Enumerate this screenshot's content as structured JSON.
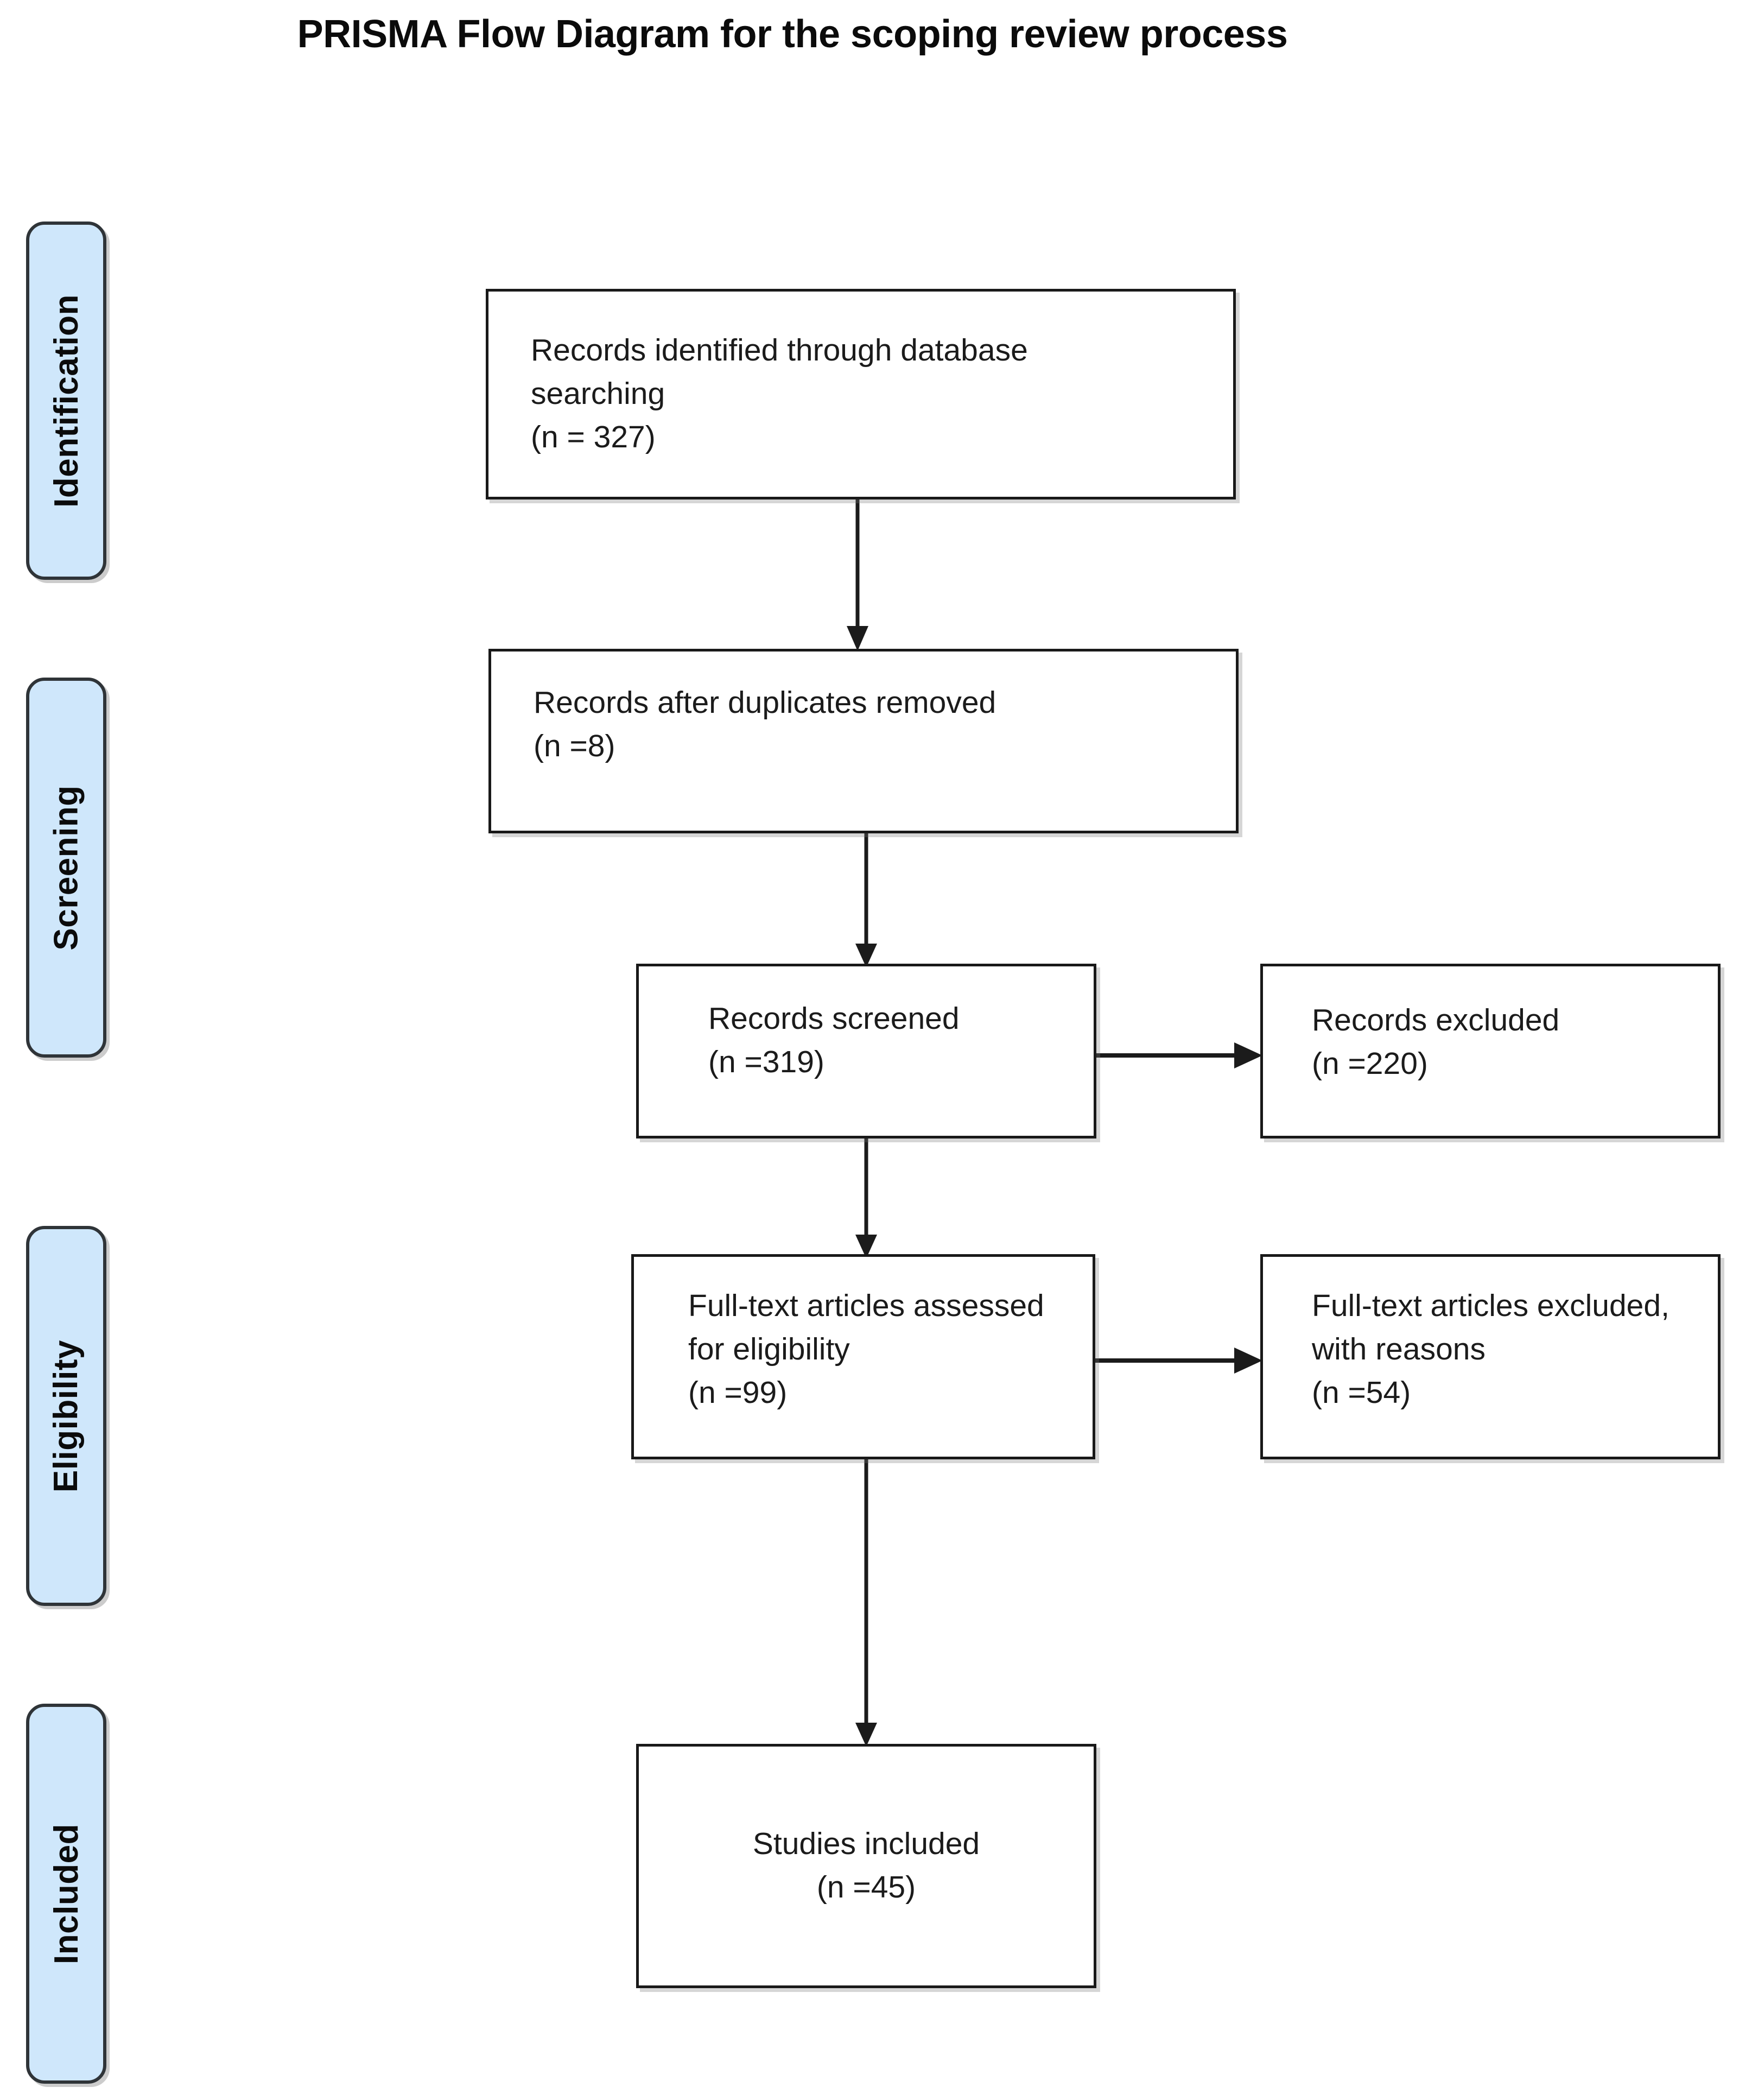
{
  "title": "PRISMA Flow Diagram for the scoping review process",
  "colors": {
    "stage_fill": "#cfe7fb",
    "stage_border": "#2f3438",
    "box_border": "#191919",
    "text": "#1b1b1b",
    "background": "#ffffff"
  },
  "stages": [
    {
      "id": "identification",
      "label": "Identification"
    },
    {
      "id": "screening",
      "label": "Screening"
    },
    {
      "id": "eligibility",
      "label": "Eligibility"
    },
    {
      "id": "included",
      "label": "Included"
    }
  ],
  "boxes": {
    "identified": {
      "text": "Records identified through database\nsearching\n(n = 327)",
      "count_label": "(n = 327)",
      "n": 327
    },
    "duplicates": {
      "text": "Records after duplicates removed\n(n =8)",
      "count_label": "(n =8)",
      "n": 8
    },
    "screened": {
      "text": "Records screened\n(n =319)",
      "count_label": "(n =319)",
      "n": 319
    },
    "records_excluded": {
      "text": "Records excluded\n(n =220)",
      "count_label": "(n =220)",
      "n": 220
    },
    "fulltext_assessed": {
      "text": "Full-text articles assessed\nfor eligibility\n(n =99)",
      "count_label": "(n =99)",
      "n": 99
    },
    "fulltext_excluded": {
      "text": "Full-text articles excluded,\nwith reasons\n(n =54)",
      "count_label": "(n =54)",
      "n": 54
    },
    "studies_included": {
      "text": "Studies included\n(n =45)",
      "count_label": "(n =45)",
      "n": 45
    }
  },
  "chart_data": {
    "type": "diagram",
    "title": "PRISMA Flow Diagram for the scoping review process",
    "nodes": [
      {
        "id": "identified",
        "stage": "Identification",
        "label": "Records identified through database searching",
        "n": 327
      },
      {
        "id": "duplicates",
        "stage": "Screening",
        "label": "Records after duplicates removed",
        "n": 8
      },
      {
        "id": "screened",
        "stage": "Screening",
        "label": "Records screened",
        "n": 319
      },
      {
        "id": "records_excluded",
        "stage": "Screening",
        "label": "Records excluded",
        "n": 220
      },
      {
        "id": "fulltext_assessed",
        "stage": "Eligibility",
        "label": "Full-text articles assessed for eligibility",
        "n": 99
      },
      {
        "id": "fulltext_excluded",
        "stage": "Eligibility",
        "label": "Full-text articles excluded, with reasons",
        "n": 54
      },
      {
        "id": "studies_included",
        "stage": "Included",
        "label": "Studies included",
        "n": 45
      }
    ],
    "edges": [
      {
        "from": "identified",
        "to": "duplicates",
        "direction": "down"
      },
      {
        "from": "duplicates",
        "to": "screened",
        "direction": "down"
      },
      {
        "from": "screened",
        "to": "records_excluded",
        "direction": "right"
      },
      {
        "from": "screened",
        "to": "fulltext_assessed",
        "direction": "down"
      },
      {
        "from": "fulltext_assessed",
        "to": "fulltext_excluded",
        "direction": "right"
      },
      {
        "from": "fulltext_assessed",
        "to": "studies_included",
        "direction": "down"
      }
    ]
  }
}
